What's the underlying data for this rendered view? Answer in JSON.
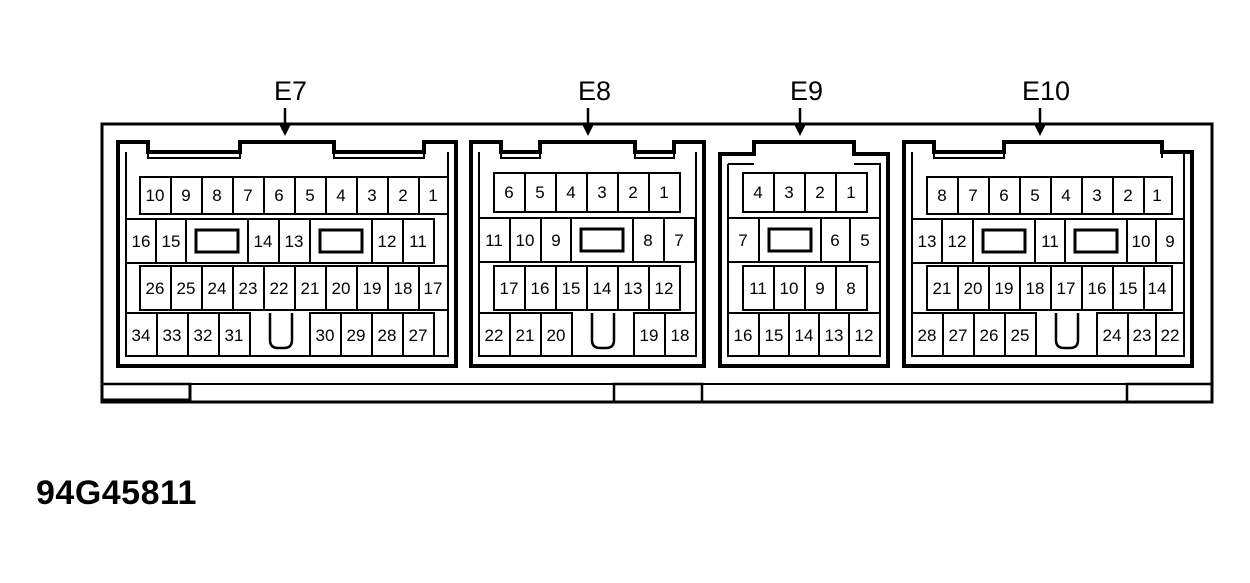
{
  "figure_id": "94G45811",
  "connectors": [
    {
      "label": "E7",
      "rows": [
        [
          "10",
          "9",
          "8",
          "7",
          "6",
          "5",
          "4",
          "3",
          "2",
          "1"
        ],
        [
          "16",
          "15",
          "14",
          "13",
          "12",
          "11"
        ],
        [
          "26",
          "25",
          "24",
          "23",
          "22",
          "21",
          "20",
          "19",
          "18",
          "17"
        ],
        [
          "34",
          "33",
          "32",
          "31",
          "30",
          "29",
          "28",
          "27"
        ]
      ]
    },
    {
      "label": "E8",
      "rows": [
        [
          "6",
          "5",
          "4",
          "3",
          "2",
          "1"
        ],
        [
          "11",
          "10",
          "9",
          "8",
          "7"
        ],
        [
          "17",
          "16",
          "15",
          "14",
          "13",
          "12"
        ],
        [
          "22",
          "21",
          "20",
          "19",
          "18"
        ]
      ]
    },
    {
      "label": "E9",
      "rows": [
        [
          "4",
          "3",
          "2",
          "1"
        ],
        [
          "7",
          "6",
          "5"
        ],
        [
          "11",
          "10",
          "9",
          "8"
        ],
        [
          "16",
          "15",
          "14",
          "13",
          "12"
        ]
      ]
    },
    {
      "label": "E10",
      "rows": [
        [
          "8",
          "7",
          "6",
          "5",
          "4",
          "3",
          "2",
          "1"
        ],
        [
          "13",
          "12",
          "11",
          "10",
          "9"
        ],
        [
          "21",
          "20",
          "19",
          "18",
          "17",
          "16",
          "15",
          "14"
        ],
        [
          "28",
          "27",
          "26",
          "25",
          "24",
          "23",
          "22"
        ]
      ]
    }
  ]
}
